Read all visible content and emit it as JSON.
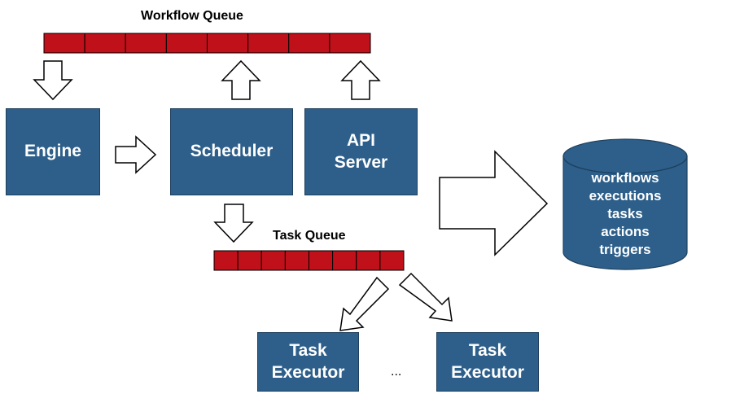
{
  "diagram": {
    "workflow_queue": {
      "label": "Workflow Queue",
      "slots": 8
    },
    "task_queue": {
      "label": "Task Queue",
      "slots": 8
    },
    "nodes": {
      "engine": {
        "lines": [
          "Engine"
        ]
      },
      "scheduler": {
        "lines": [
          "Scheduler"
        ]
      },
      "api_server": {
        "lines": [
          "API",
          "Server"
        ]
      },
      "task_executor_1": {
        "lines": [
          "Task",
          "Executor"
        ]
      },
      "task_executor_2": {
        "lines": [
          "Task",
          "Executor"
        ]
      }
    },
    "ellipsis": "...",
    "database": {
      "items": [
        "workflows",
        "executions",
        "tasks",
        "actions",
        "triggers"
      ]
    }
  },
  "colors": {
    "node_fill": "#2d5f8a",
    "queue_fill": "#c0101a",
    "arrow_fill": "#ffffff",
    "arrow_stroke": "#000000"
  }
}
